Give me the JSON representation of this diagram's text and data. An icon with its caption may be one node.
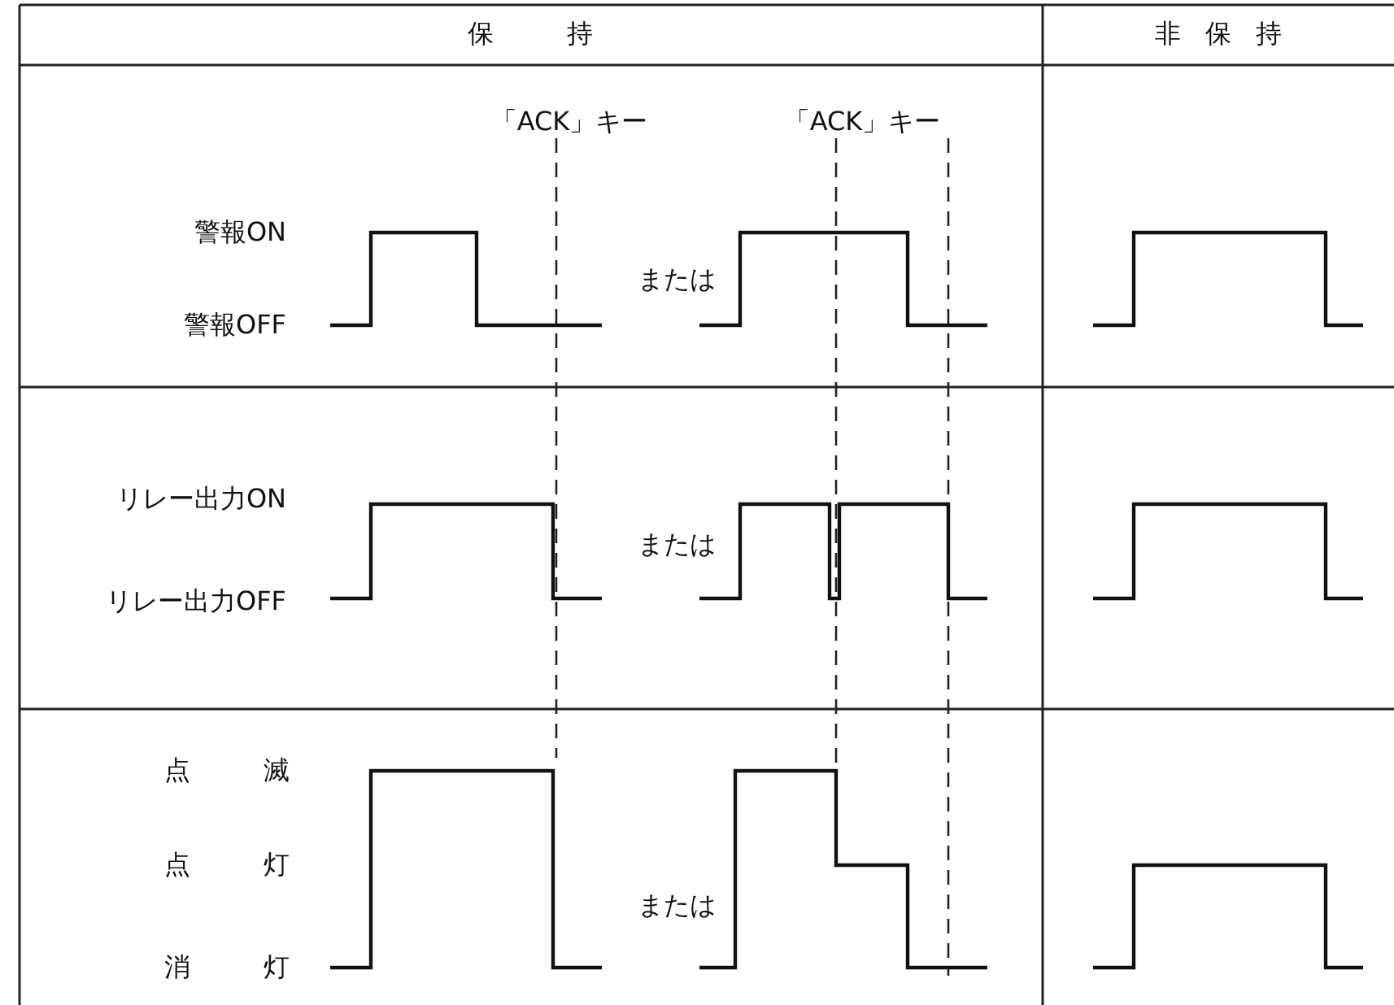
{
  "diagram": {
    "labels": [
      "保 持",
      "非 保 持",
      "「ACK」キー",
      "「ACK」キー",
      "警報ON",
      "または",
      "警報OFF",
      "リレー出力ON",
      "または",
      "リレー出力OFF",
      "点 滅",
      "点 灯",
      "または",
      "消 灯"
    ]
  }
}
